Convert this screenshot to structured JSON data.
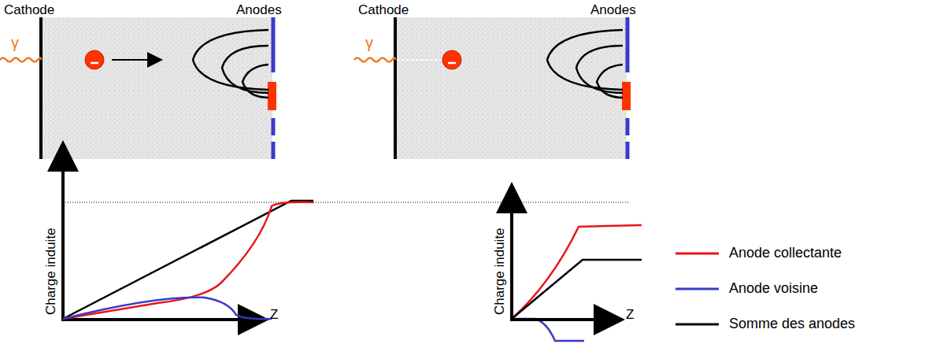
{
  "diagram": {
    "labels": [
      "Cathode",
      "Anodes",
      "γ",
      "Charge induite",
      "Z",
      "Cathode",
      "Anodes",
      "γ",
      "Charge induite",
      "Z"
    ],
    "legend": [
      {
        "text": "Anode collectante"
      },
      {
        "text": "Anode voisine"
      },
      {
        "text": "Somme des anodes"
      }
    ]
  }
}
